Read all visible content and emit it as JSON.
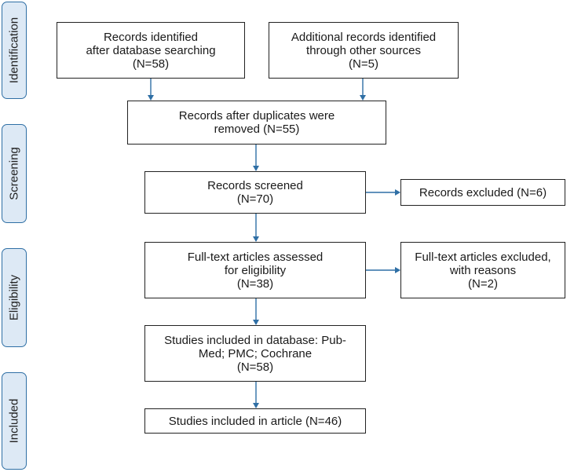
{
  "phases": {
    "identification": "Identification",
    "screening": "Screening",
    "eligibility": "Eligibility",
    "included": "Included"
  },
  "boxes": {
    "records_identified": "Records identified\nafter database searching\n(N=58)",
    "additional_records": "Additional records identified\nthrough other sources\n(N=5)",
    "after_duplicates": "Records after duplicates were\nremoved (N=55)",
    "records_screened": "Records screened\n(N=70)",
    "records_excluded": "Records excluded (N=6)",
    "fulltext_assessed": "Full-text articles assessed\nfor eligibility\n(N=38)",
    "fulltext_excluded": "Full-text articles excluded,\nwith reasons\n(N=2)",
    "studies_database": "Studies included in database: Pub-\nMed; PMC; Cochrane\n(N=58)",
    "studies_article": "Studies included in article (N=46)"
  },
  "colors": {
    "arrow": "#2f6fa5",
    "phase_fill": "#dde9f5",
    "phase_border": "#2f6fa5",
    "box_border": "#222222"
  }
}
